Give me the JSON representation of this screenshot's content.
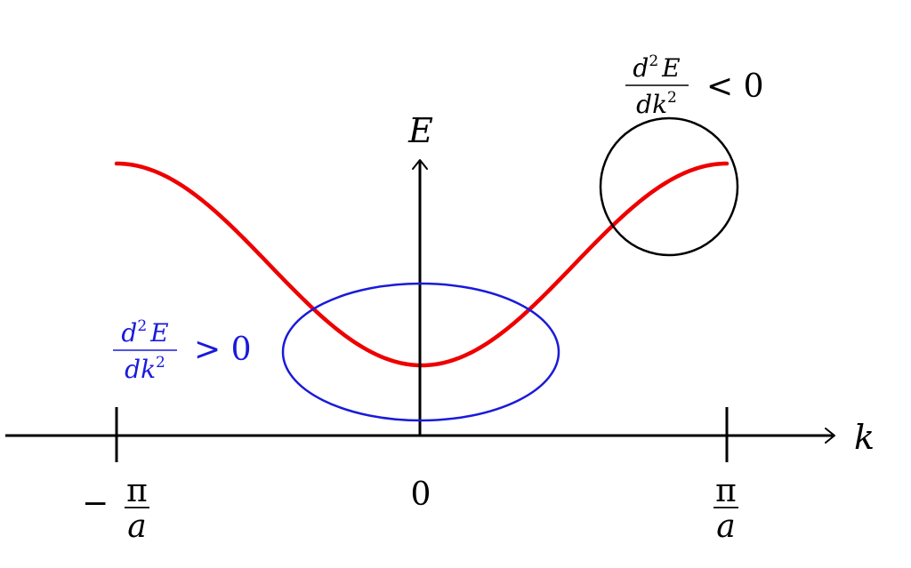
{
  "axes": {
    "x_label": "k",
    "y_label": "E"
  },
  "ticks": {
    "left_sign": "−",
    "left_numerator": "π",
    "left_denominator": "a",
    "center": "0",
    "right_numerator": "π",
    "right_denominator": "a"
  },
  "annotations": {
    "negative": {
      "num_d": "d",
      "num_exp": "2",
      "num_E": "E",
      "den_dk": "dk",
      "den_exp": "2",
      "relation": "< 0"
    },
    "positive": {
      "num_d": "d",
      "num_exp": "2",
      "num_E": "E",
      "den_dk": "dk",
      "den_exp": "2",
      "relation": "> 0"
    }
  },
  "colors": {
    "curve": "#ee0000",
    "positive_ellipse": "#1a1adb",
    "negative_circle": "#000000",
    "axes": "#000000"
  }
}
